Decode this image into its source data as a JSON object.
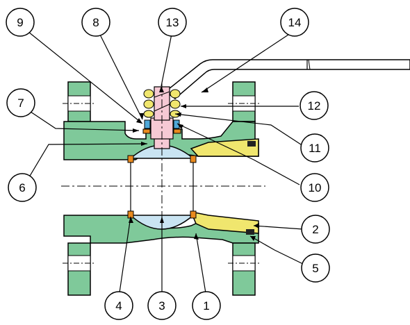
{
  "colors": {
    "body": "#7fc99a",
    "insert": "#f0e66e",
    "ball": "#c9e4f2",
    "stem": "#f6c9d4",
    "seat": "#e98a1e",
    "stem_packing": "#4fa8d8",
    "outline": "#000000",
    "background": "#ffffff"
  },
  "callouts": [
    {
      "id": "1",
      "label": "1"
    },
    {
      "id": "2",
      "label": "2"
    },
    {
      "id": "3",
      "label": "3"
    },
    {
      "id": "4",
      "label": "4"
    },
    {
      "id": "5",
      "label": "5"
    },
    {
      "id": "6",
      "label": "6"
    },
    {
      "id": "7",
      "label": "7"
    },
    {
      "id": "8",
      "label": "8"
    },
    {
      "id": "9",
      "label": "9"
    },
    {
      "id": "10",
      "label": "10"
    },
    {
      "id": "11",
      "label": "11"
    },
    {
      "id": "12",
      "label": "12"
    },
    {
      "id": "13",
      "label": "13"
    },
    {
      "id": "14",
      "label": "14"
    }
  ]
}
